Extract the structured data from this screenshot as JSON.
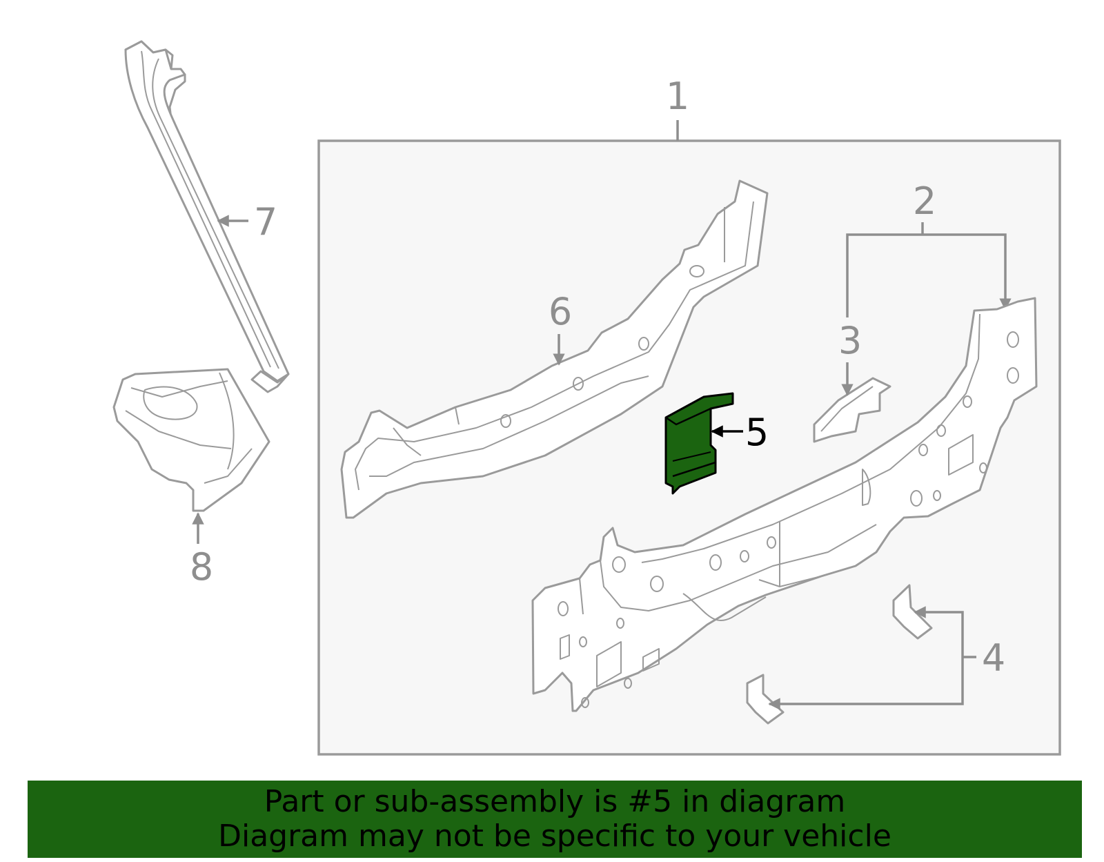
{
  "callouts": {
    "c1": "1",
    "c2": "2",
    "c3": "3",
    "c4": "4",
    "c5": "5",
    "c6": "6",
    "c7": "7",
    "c8": "8"
  },
  "highlighted_part": "5",
  "colors": {
    "highlight_fill": "#1b6410",
    "banner_bg": "#1b6410",
    "line_gray": "#9a9a9a",
    "box_bg": "#f7f7f7"
  },
  "banner": {
    "line1": "Part or sub-assembly is #5 in diagram",
    "line2": "Diagram may not be specific to your vehicle"
  }
}
